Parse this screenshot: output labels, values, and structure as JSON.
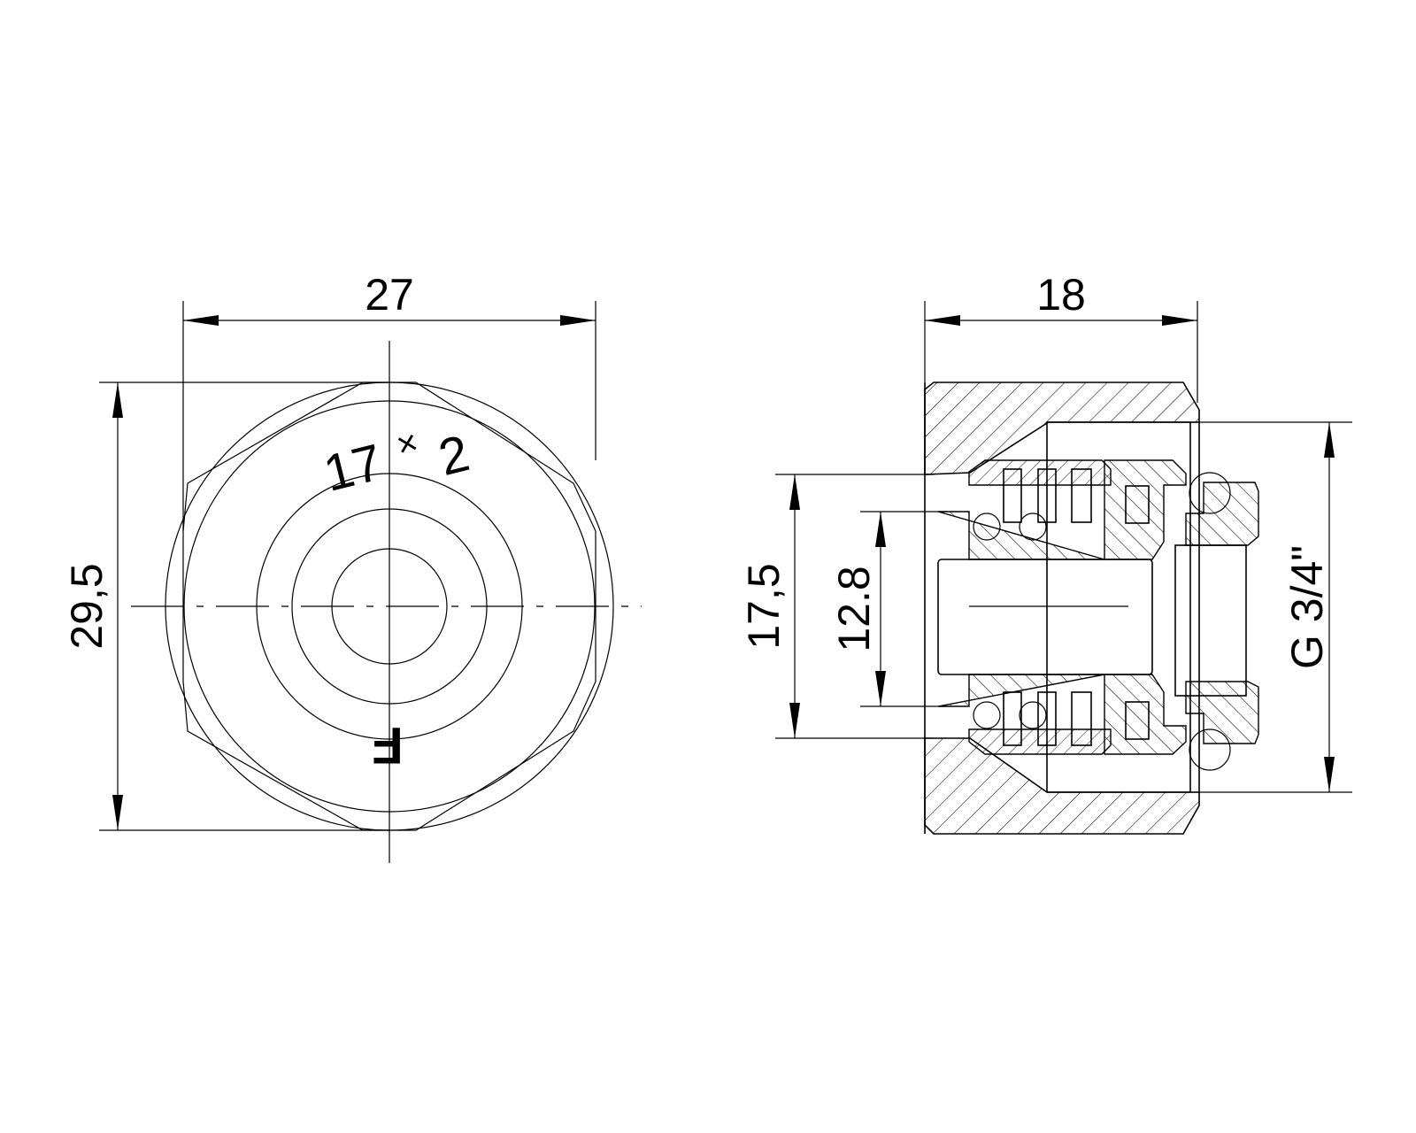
{
  "drawing": {
    "views": [
      {
        "id": "front-view",
        "description": "Hexagon nut end view with concentric circles",
        "marking": {
          "size_text": "17×2",
          "size_main": "17",
          "size_x": "×",
          "size_sub": "2",
          "logo_letter": "F"
        },
        "dimensions": {
          "width": "27",
          "height": "29,5"
        }
      },
      {
        "id": "section-view",
        "description": "Cross-section of compression fitting with O-rings",
        "dimensions": {
          "length": "18",
          "outer_seal": "17,5",
          "bore": "12.8",
          "thread": "G 3/4\""
        }
      }
    ],
    "colors": {
      "line": "#000000",
      "background": "#ffffff"
    }
  }
}
